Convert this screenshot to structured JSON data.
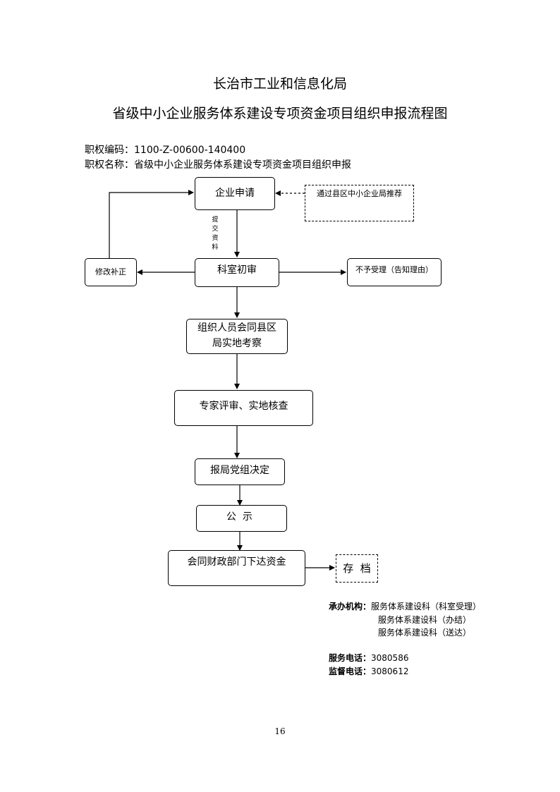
{
  "header": {
    "line1": "长治市工业和信息化局",
    "line2": "省级中小企业服务体系建设专项资金项目组织申报流程图"
  },
  "info": {
    "code": "职权编码：1100-Z-00600-140400",
    "name": "职权名称：省级中小企业服务体系建设专项资金项目组织申报"
  },
  "flow": {
    "apply": "企业申请",
    "recommend": "通过县区中小企业局推荐",
    "submit_label": "提\n交\n资\n料",
    "initial_review": "科室初审",
    "revise": "修改补正",
    "reject": "不予受理（告知理由）",
    "inspect": "组织人员会同县区\n局实地考察",
    "expert": "专家评审、实地核查",
    "party": "报局党组决定",
    "publicity": "公  示",
    "funds": "会同财政部门下达资金",
    "archive": "存  档"
  },
  "footer": {
    "org_label": "承办机构：",
    "org1": "服务体系建设科（科室受理）",
    "org2": "服务体系建设科（办结）",
    "org3": "服务体系建设科（送达）",
    "service_label": "服务电话：",
    "service_phone": "3080586",
    "supervise_label": "监督电话：",
    "supervise_phone": "3080612"
  },
  "page_number": "16"
}
